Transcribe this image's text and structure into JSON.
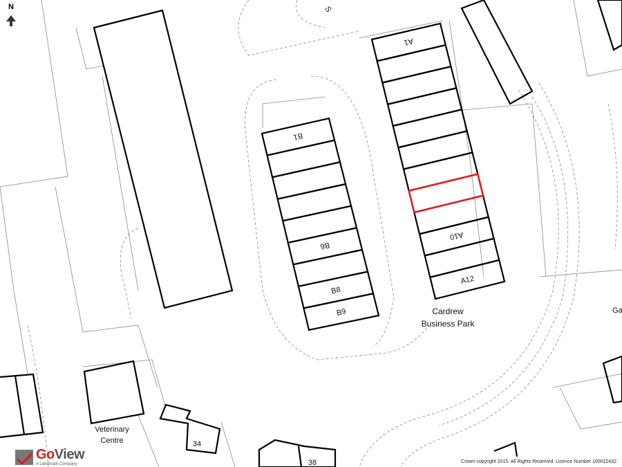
{
  "north_label": "N",
  "street_partial": "S",
  "units_a": [
    "A1",
    "",
    "",
    "",
    "",
    "",
    "",
    "",
    "",
    "A10",
    "",
    "A12"
  ],
  "units_b": [
    "B1",
    "",
    "",
    "",
    "",
    "B6",
    "",
    "B8",
    "B9"
  ],
  "highlight_unit_index": 7,
  "highlight_color": "#e0201f",
  "labels": {
    "park_line1": "Cardrew",
    "park_line2": "Business Park",
    "vet_line1": "Veterinary",
    "vet_line2": "Centre",
    "house_34": "34",
    "house_38": "38",
    "edge_label": "Ga"
  },
  "logo": {
    "name_a": "Go",
    "name_b": "View",
    "tagline": "A Landmark Company"
  },
  "copyright": "Crown copyright 2015. All Rights Reserved. Licence Number 100022432."
}
